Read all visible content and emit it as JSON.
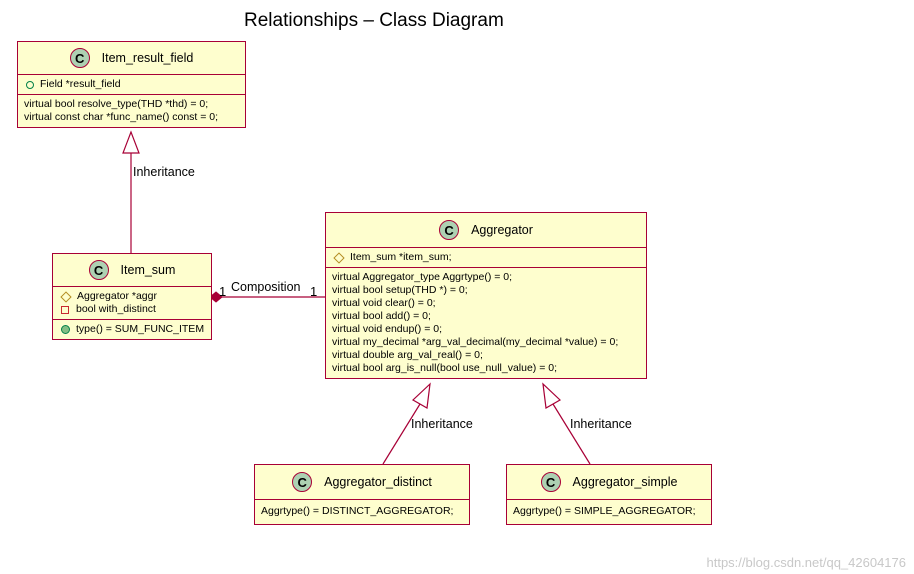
{
  "title": "Relationships – Class Diagram",
  "colors": {
    "class_fill": "#FEFECE",
    "border": "#A80036",
    "badge": "#ADD1B2"
  },
  "classes": {
    "item_result_field": {
      "badge": "C",
      "name": "Item_result_field",
      "fields": [
        {
          "vis": "public",
          "text": "Field *result_field"
        }
      ],
      "methods": [
        "virtual bool resolve_type(THD *thd) = 0;",
        "virtual const char *func_name() const = 0;"
      ]
    },
    "item_sum": {
      "badge": "C",
      "name": "Item_sum",
      "fields": [
        {
          "vis": "protected",
          "text": "Aggregator *aggr"
        },
        {
          "vis": "private",
          "text": "bool with_distinct"
        }
      ],
      "methods": [
        "type() = SUM_FUNC_ITEM"
      ]
    },
    "aggregator": {
      "badge": "C",
      "name": "Aggregator",
      "fields": [
        {
          "vis": "protected",
          "text": "Item_sum *item_sum;"
        }
      ],
      "methods": [
        "virtual Aggregator_type Aggrtype() = 0;",
        "virtual bool setup(THD *) = 0;",
        "virtual void clear() = 0;",
        "virtual bool add() = 0;",
        "virtual void endup() = 0;",
        "virtual my_decimal *arg_val_decimal(my_decimal *value) = 0;",
        "virtual double arg_val_real() = 0;",
        "virtual bool arg_is_null(bool use_null_value) = 0;"
      ]
    },
    "aggregator_distinct": {
      "badge": "C",
      "name": "Aggregator_distinct",
      "methods": [
        "Aggrtype() = DISTINCT_AGGREGATOR;"
      ]
    },
    "aggregator_simple": {
      "badge": "C",
      "name": "Aggregator_simple",
      "methods": [
        "Aggrtype() = SIMPLE_AGGREGATOR;"
      ]
    }
  },
  "relations": {
    "inh_item_sum": "Inheritance",
    "composition": "Composition",
    "comp_mult_left": "1",
    "comp_mult_right": "1",
    "inh_distinct": "Inheritance",
    "inh_simple": "Inheritance"
  },
  "watermark": "https://blog.csdn.net/qq_42604176"
}
